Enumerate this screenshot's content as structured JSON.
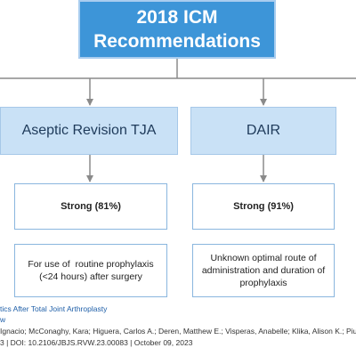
{
  "diagram": {
    "title_lines": [
      "2018 ICM",
      "Recommendations"
    ],
    "branches": [
      {
        "label": "Aseptic Revision TJA",
        "strength": "Strong (81%)",
        "detail_lines": [
          "For use of  routine prophylaxis",
          "(<24 hours) after surgery"
        ]
      },
      {
        "label": "DAIR",
        "strength": "Strong (91%)",
        "detail_lines": [
          "Unknown optimal route of",
          "administration and duration of",
          "prophylaxis"
        ]
      }
    ]
  },
  "citation": {
    "title_fragment": "tics After Total Joint Arthroplasty",
    "journal_fragment": "w",
    "authors_fragment": "Ignacio; McConaghy, Kara; Higuera, Carlos A.; Deren, Matthew E.; Visperas, Anabelle; Klika, Alison K.; Piuzzi, Ni",
    "doi_fragment": "3 | DOI: 10.2106/JBJS.RVW.23.00083 | October 09, 2023"
  },
  "colors": {
    "title_fill": "#3d95d8",
    "branch_fill": "#c9e1f6",
    "connector": "#8a8a8a",
    "link_text": "#1f5fa8"
  }
}
